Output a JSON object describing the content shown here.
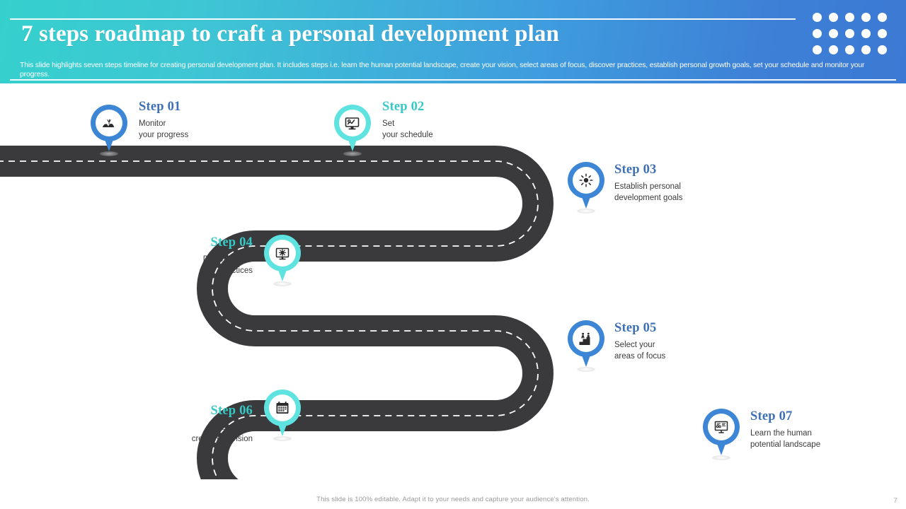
{
  "header": {
    "title": "7 steps roadmap to craft a personal development plan",
    "subtitle": "This slide highlights seven steps timeline for creating personal development plan. It includes steps i.e.  learn the human potential landscape, create your vision, select areas of focus, discover practices, establish personal growth goals, set your schedule and monitor your progress.",
    "decoration_icon": "dot-grid-icon",
    "gradient_start": "#35d0cd",
    "gradient_end": "#3c79d4"
  },
  "colors": {
    "blue": "#3d86d6",
    "cyan": "#5fe3e0",
    "title_blue": "#3f6fb5",
    "title_cyan": "#35c9c6",
    "road": "#3a3a3c"
  },
  "steps": [
    {
      "id": "step-01",
      "title": "Step 01",
      "description": "Monitor\nyour progress",
      "icon": "seedling-growth-icon",
      "color": "blue",
      "align": "left"
    },
    {
      "id": "step-02",
      "title": "Step 02",
      "description": "Set\nyour schedule",
      "icon": "monitor-chart-icon",
      "color": "cyan",
      "align": "left"
    },
    {
      "id": "step-03",
      "title": "Step 03",
      "description": "Establish personal\ndevelopment  goals",
      "icon": "sun-brightness-icon",
      "color": "blue",
      "align": "left"
    },
    {
      "id": "step-04",
      "title": "Step 04",
      "description": "Discover  your\npractices",
      "icon": "gear-presentation-icon",
      "color": "cyan",
      "align": "right"
    },
    {
      "id": "step-05",
      "title": "Step 05",
      "description": "Select your\nareas  of focus",
      "icon": "person-podium-icon",
      "color": "blue",
      "align": "left"
    },
    {
      "id": "step-06",
      "title": "Step 06",
      "description": "Dream  and\ncreate you vision",
      "icon": "calendar-icon",
      "color": "cyan",
      "align": "right"
    },
    {
      "id": "step-07",
      "title": "Step 07",
      "description": "Learn  the human\npotential  landscape",
      "icon": "whiteboard-presentation-icon",
      "color": "blue",
      "align": "left"
    }
  ],
  "footer": {
    "note": "This slide is 100% editable.  Adapt it to your needs and capture your audience's attention.",
    "page_number": "7"
  }
}
